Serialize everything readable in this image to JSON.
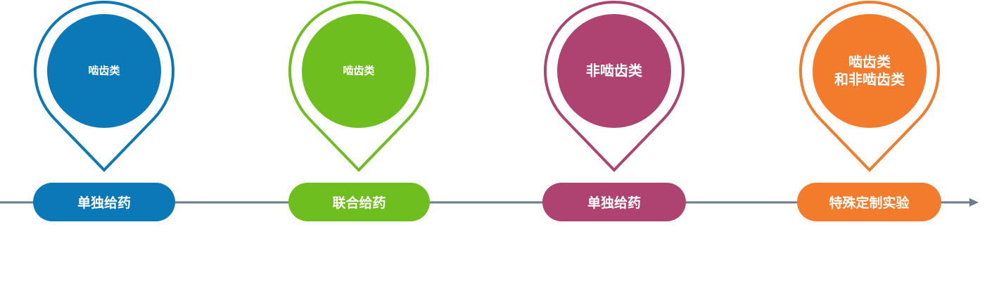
{
  "axis_color": "#6e7a8a",
  "steps": [
    {
      "circle_text": "啮齿类",
      "label": "单独给药",
      "color": "#0b78b8"
    },
    {
      "circle_text": "啮齿类",
      "label": "联合给药",
      "color": "#6dbe1e"
    },
    {
      "circle_text": "非啮齿类",
      "label": "单独给药",
      "color": "#ae4372"
    },
    {
      "circle_text": "啮齿类\n和非啮齿类",
      "label": "特殊定制实验",
      "color": "#f27b2c"
    }
  ]
}
